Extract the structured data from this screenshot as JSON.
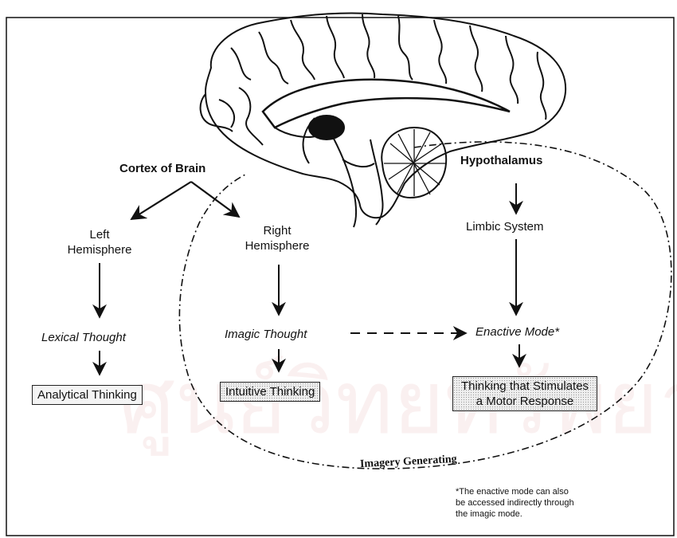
{
  "labels": {
    "cortex": "Cortex of Brain",
    "hypothalamus": "Hypothalamus",
    "left_hemisphere": [
      "Left",
      "Hemisphere"
    ],
    "right_hemisphere": [
      "Right",
      "Hemisphere"
    ],
    "limbic": "Limbic System",
    "lexical": "Lexical Thought",
    "imagic": "Imagic Thought",
    "enactive": "Enactive Mode*",
    "analytical": "Analytical Thinking",
    "intuitive": "Intuitive Thinking",
    "motor": [
      "Thinking that Stimulates",
      "a Motor Response"
    ],
    "imagery": "Imagery Generating",
    "footnote": [
      "*The enactive mode can also",
      "be accessed indirectly through",
      "the imagic mode."
    ]
  },
  "watermark_text": "ศูนย์วิทยทรัพยากร",
  "colors": {
    "ink": "#111111",
    "watermark": "#f2d7d7",
    "box_fill": "#efefef"
  }
}
